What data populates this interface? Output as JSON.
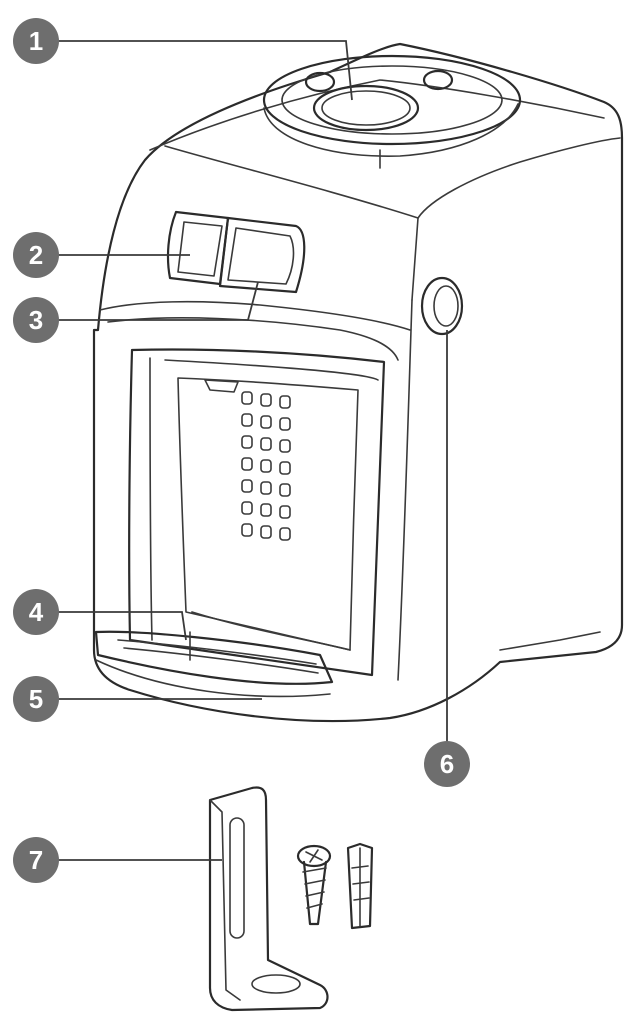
{
  "colors": {
    "badge": "#6e6e6e",
    "badge_text": "#ffffff",
    "line": "#2b2b2b"
  },
  "callouts": [
    {
      "id": "1",
      "label": "1"
    },
    {
      "id": "2",
      "label": "2"
    },
    {
      "id": "3",
      "label": "3"
    },
    {
      "id": "4",
      "label": "4"
    },
    {
      "id": "5",
      "label": "5"
    },
    {
      "id": "6",
      "label": "6"
    },
    {
      "id": "7",
      "label": "7"
    }
  ]
}
